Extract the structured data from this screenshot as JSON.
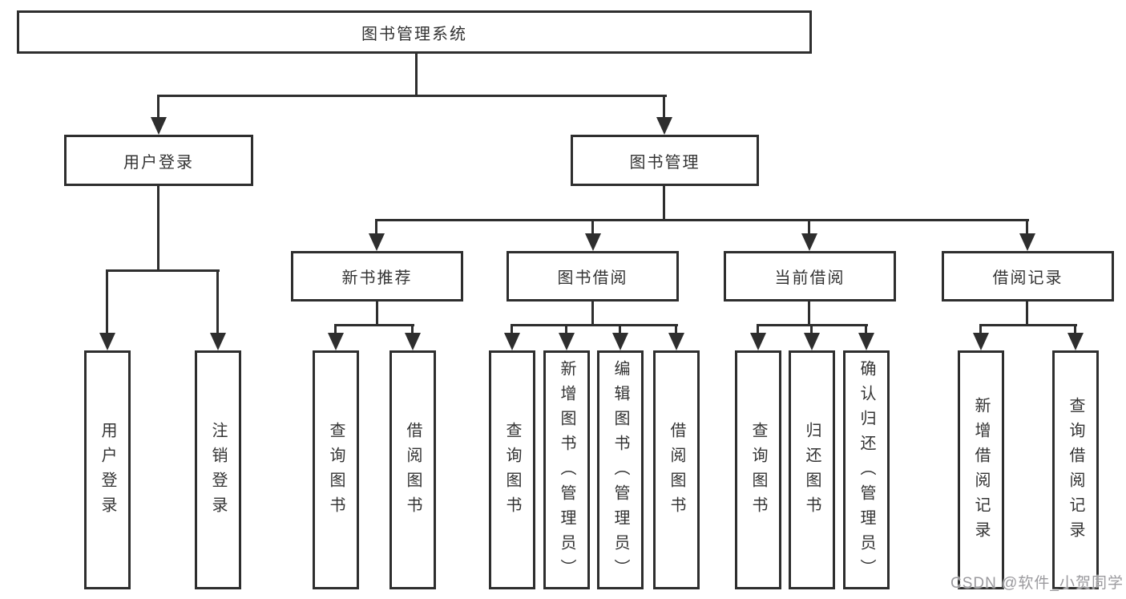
{
  "title": "图书管理系统",
  "colors": {
    "line": "#2e2e2e",
    "text": "#333333",
    "background": "#ffffff",
    "watermark": "#9b9a9e"
  },
  "tree": {
    "root": "图书管理系统",
    "branches": [
      {
        "label": "用户登录",
        "children": [
          "用户登录",
          "注销登录"
        ]
      },
      {
        "label": "图书管理",
        "children": [
          {
            "label": "新书推荐",
            "children": [
              "查询图书",
              "借阅图书"
            ]
          },
          {
            "label": "图书借阅",
            "children": [
              "查询图书",
              "新增图书（管理员）",
              "编辑图书（管理员）",
              "借阅图书"
            ]
          },
          {
            "label": "当前借阅",
            "children": [
              "查询图书",
              "归还图书",
              "确认归还（管理员）"
            ]
          },
          {
            "label": "借阅记录",
            "children": [
              "新增借阅记录",
              "查询借阅记录"
            ]
          }
        ]
      }
    ]
  },
  "watermark": "CSDN @软件_小贺同学"
}
